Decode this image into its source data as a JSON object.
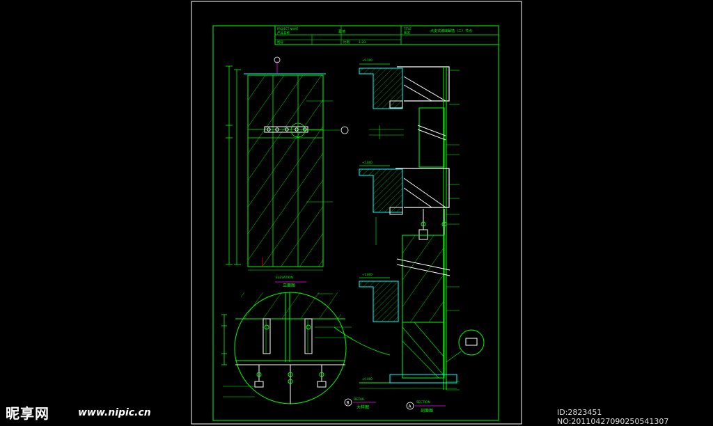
{
  "drawing": {
    "title_block": {
      "left_top": "PROJECT NAME",
      "left_bottom": "产品名称",
      "middle": "幕墙",
      "scale_row_left": "图号",
      "scale_row_mid": "比例",
      "scale_row_value": "1:20",
      "right_label": "TITLE",
      "right_sub": "图名",
      "right_title": "点支式玻璃幕墙（二）节点"
    },
    "views": {
      "elevation_label": "ELEVATION",
      "elevation_title": "立面图",
      "detail_b_label": "DETAIL",
      "detail_b_title": "大样图",
      "detail_b_marker": "B",
      "section_a_label": "SECTION",
      "section_a_title": "剖面图",
      "section_a_marker": "A"
    },
    "levels": {
      "top": "+9.100",
      "mid": "+5.800",
      "low": "+1.800",
      "ground": "±0.000"
    }
  },
  "watermark": {
    "logo": "昵享网",
    "url": "www.nipic.cn",
    "id_text": "ID:2823451 NO:20110427090250541307"
  },
  "colors": {
    "background": "#000000",
    "frame": "#ffffff",
    "primary_line": "#00ff00",
    "concrete_line": "#00ffff",
    "accent": "#ff00ff",
    "steel": "#ffffff"
  }
}
